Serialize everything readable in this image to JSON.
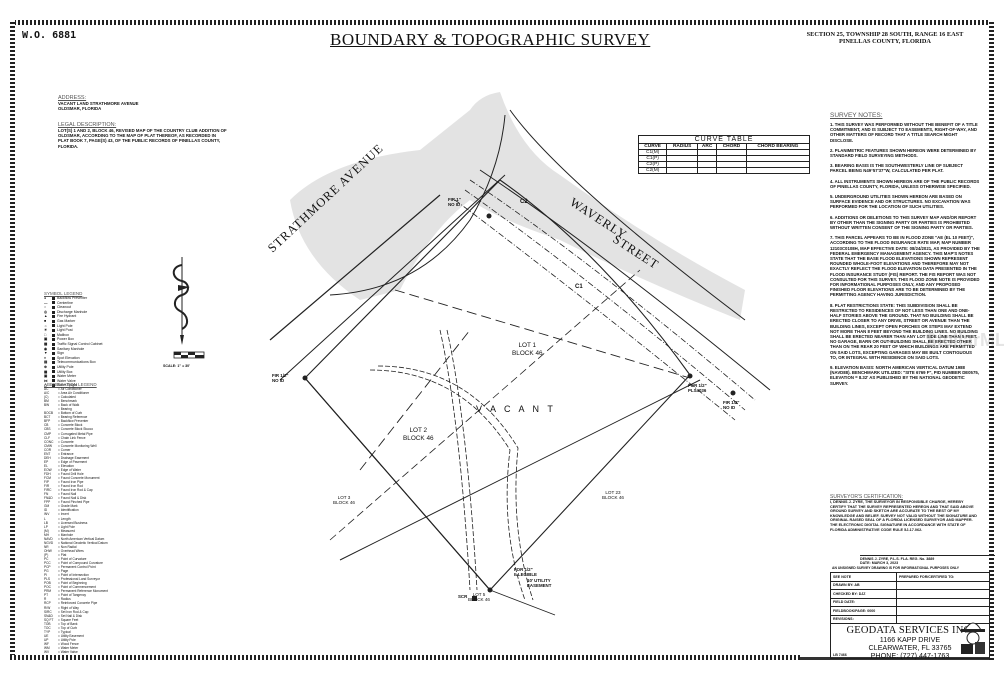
{
  "sheet": {
    "work_order": "W.O. 6881",
    "title": "BOUNDARY & TOPOGRAPHIC SURVEY",
    "section_line1": "SECTION 25, TOWNSHIP 28 SOUTH, RANGE 16 EAST",
    "section_line2": "PINELLAS COUNTY, FLORIDA"
  },
  "address": {
    "heading": "ADDRESS:",
    "line1": "VACANT LAND STRATHMORE AVENUE",
    "line2": "OLDSMAR, FLORIDA"
  },
  "legal_description": {
    "heading": "LEGAL DESCRIPTION:",
    "text": "LOT(S) 1 AND 2, BLOCK 46, REVISED MAP OF THE COUNTRY CLUB ADDITION OF OLDSMAR, ACCORDING TO THE MAP OF PLAT THEREOF, AS RECORDED IN PLAT BOOK 7, PAGE(S) 43, OF THE PUBLIC RECORDS OF PINELLAS COUNTY, FLORIDA."
  },
  "scale": {
    "label": "SCALE: 1\" = 30'"
  },
  "symbol_legend": {
    "heading": "SYMBOL LEGEND",
    "items": [
      "Backflow Preventer",
      "Centerline",
      "Cleanout",
      "Discharge Manhole",
      "Fire Hydrant",
      "Gas Marker",
      "Light Pole",
      "Light Post",
      "Mailbox",
      "Power Box",
      "Traffic Signal Control Cabinet",
      "Sanitary Manhole",
      "Sign",
      "Spot Elevation",
      "Telecommunications Box",
      "Utility Pole",
      "Utility Box",
      "Water Meter",
      "Water Valve",
      "Water Spigot"
    ]
  },
  "abbreviation_legend": {
    "heading": "ABBREVIATION LEGEND",
    "items": [
      {
        "k": "AC",
        "v": "= Air Conditioner"
      },
      {
        "k": "A/C",
        "v": "= Area Air Conditioner"
      },
      {
        "k": "(C)",
        "v": "= Calculated"
      },
      {
        "k": "BM",
        "v": "= Benchmark"
      },
      {
        "k": "BW",
        "v": "= Back of Walk"
      },
      {
        "k": "",
        "v": "= Bearing"
      },
      {
        "k": "BOCB",
        "v": "= Bottom of Curb"
      },
      {
        "k": "BCT",
        "v": "= Bearing Reference"
      },
      {
        "k": "BFP",
        "v": "= Backflow Preventer"
      },
      {
        "k": "CB",
        "v": "= Concrete Block"
      },
      {
        "k": "CBS",
        "v": "= Concrete Block Stucco"
      },
      {
        "k": "CMP",
        "v": "= Corrugated Metal Pipe"
      },
      {
        "k": "CLF",
        "v": "= Chain Link Fence"
      },
      {
        "k": "CONC",
        "v": "= Concrete"
      },
      {
        "k": "CMW",
        "v": "= Concrete Monitoring Well"
      },
      {
        "k": "COR",
        "v": "= Corner"
      },
      {
        "k": "ENT",
        "v": "= Entrance"
      },
      {
        "k": "DEH",
        "v": "= Drainage Easement"
      },
      {
        "k": "EP",
        "v": "= Edge of Pavement"
      },
      {
        "k": "EL",
        "v": "= Elevation"
      },
      {
        "k": "EOW",
        "v": "= Edge of Water"
      },
      {
        "k": "FDH",
        "v": "= Found Drill Hole"
      },
      {
        "k": "FCM",
        "v": "= Found Concrete Monument"
      },
      {
        "k": "FIP",
        "v": "= Found Iron Pipe"
      },
      {
        "k": "FIR",
        "v": "= Found Iron Rod"
      },
      {
        "k": "FIRC",
        "v": "= Found Iron Rod & Cap"
      },
      {
        "k": "FN",
        "v": "= Found Nail"
      },
      {
        "k": "FN&D",
        "v": "= Found Nail & Disk"
      },
      {
        "k": "FPP",
        "v": "= Found Pinched Pipe"
      },
      {
        "k": "GM",
        "v": "= Grade Mark"
      },
      {
        "k": "ID",
        "v": "= Identification"
      },
      {
        "k": "INV",
        "v": "= Invert"
      },
      {
        "k": "L",
        "v": "= Length"
      },
      {
        "k": "LB",
        "v": "= Licensed Business"
      },
      {
        "k": "LP",
        "v": "= Light Pole"
      },
      {
        "k": "(M)",
        "v": "= Measured"
      },
      {
        "k": "MH",
        "v": "= Manhole"
      },
      {
        "k": "NAVD",
        "v": "= North American Vertical Datum"
      },
      {
        "k": "NGVD",
        "v": "= National Geodetic Vertical Datum"
      },
      {
        "k": "NR",
        "v": "= Non Radial"
      },
      {
        "k": "OHW",
        "v": "= Overhead Wires"
      },
      {
        "k": "(P)",
        "v": "= Plat"
      },
      {
        "k": "PC",
        "v": "= Point of Curvature"
      },
      {
        "k": "PCC",
        "v": "= Point of Compound Curvature"
      },
      {
        "k": "PCP",
        "v": "= Permanent Control Point"
      },
      {
        "k": "PG",
        "v": "= Page"
      },
      {
        "k": "PI",
        "v": "= Point of Intersection"
      },
      {
        "k": "PLS",
        "v": "= Professional Land Surveyor"
      },
      {
        "k": "POB",
        "v": "= Point of Beginning"
      },
      {
        "k": "POC",
        "v": "= Point of Commencement"
      },
      {
        "k": "PRM",
        "v": "= Permanent Reference Monument"
      },
      {
        "k": "PT",
        "v": "= Point of Tangency"
      },
      {
        "k": "R",
        "v": "= Radius"
      },
      {
        "k": "RCP",
        "v": "= Reinforced Concrete Pipe"
      },
      {
        "k": "R/W",
        "v": "= Right of Way"
      },
      {
        "k": "SIRC",
        "v": "= Set Iron Rod & Cap"
      },
      {
        "k": "SN&D",
        "v": "= Set Nail & Disk"
      },
      {
        "k": "SQ FT",
        "v": "= Square Feet"
      },
      {
        "k": "TOB",
        "v": "= Top of Bank"
      },
      {
        "k": "TOC",
        "v": "= Top of Curb"
      },
      {
        "k": "TYP",
        "v": "= Typical"
      },
      {
        "k": "UE",
        "v": "= Utility Easement"
      },
      {
        "k": "UP",
        "v": "= Utility Pole"
      },
      {
        "k": "WF",
        "v": "= Wood Fence"
      },
      {
        "k": "WM",
        "v": "= Water Meter"
      },
      {
        "k": "WV",
        "v": "= Water Valve"
      }
    ]
  },
  "curve_table": {
    "title": "CURVE TABLE",
    "columns": [
      "CURVE",
      "RADIUS",
      "ARC",
      "CHORD",
      "CHORD BEARING"
    ],
    "rows": [
      [
        "C1(M)",
        "",
        "",
        "",
        ""
      ],
      [
        "C1(P)",
        "",
        "",
        "",
        ""
      ],
      [
        "C2(P)",
        "",
        "",
        "",
        ""
      ],
      [
        "C2(M)",
        "",
        "",
        "",
        ""
      ]
    ]
  },
  "survey_notes": {
    "heading": "SURVEY NOTES:",
    "notes": [
      "1. THIS SURVEY WAS PERFORMED WITHOUT THE BENEFIT OF A TITLE COMMITMENT, AND IS SUBJECT TO EASEMENTS, RIGHT-OF-WAY, AND OTHER MATTERS OF RECORD THAT A TITLE SEARCH MIGHT DISCLOSE.",
      "2. PLANIMETRIC FEATURES SHOWN HEREON WERE DETERMINED BY STANDARD FIELD SURVEYING METHODS.",
      "3. BEARING BASIS IS THE SOUTHWESTERLY LINE OF SUBJECT PARCEL BEING N49°57'37\"W, CALCULATED PER PLAT.",
      "4. ALL INSTRUMENTS SHOWN HEREON ARE OF THE PUBLIC RECORDS OF PINELLAS COUNTY, FLORIDA, UNLESS OTHERWISE SPECIFIED.",
      "5. UNDERGROUND UTILITIES SHOWN HEREON ARE BASED ON SURFACE EVIDENCE AND OR STRUCTURES. NO EXCAVATION WAS PERFORMED FOR THE LOCATION OF SUCH UTILITIES.",
      "6. ADDITIONS OR DELETIONS TO THIS SURVEY MAP AND/OR REPORT BY OTHER THAN THE SIGNING PARTY OR PARTIES IS PROHIBITED WITHOUT WRITTEN CONSENT OF THE SIGNING PARTY OR PARTIES.",
      "7. THIS PARCEL APPEARS TO BE IN FLOOD ZONE \"AE (EL 10 FEET)\", ACCORDING TO THE FLOOD INSURANCE RATE MAP, MAP NUMBER 12103C0108H, MAP EFFECTIVE DATE: 08/24/2021, AS PROVIDED BY THE FEDERAL EMERGENCY MANAGEMENT AGENCY. THIS MAP'S NOTES STATE THAT THE BASE FLOOD ELEVATIONS SHOWN REPRESENT ROUNDED WHOLE-FOOT ELEVATIONS AND THEREFORE MAY NOT EXACTLY REFLECT THE FLOOD ELEVATION DATA PRESENTED IN THE FLOOD INSURANCE STUDY (FIS) REPORT. THE FIS REPORT WAS NOT CONSULTED FOR THIS SURVEY. THIS FLOOD ZONE NOTE IS PROVIDED FOR INFORMATIONAL PURPOSES ONLY, AND ANY PROPOSED FINISHED FLOOR ELEVATIONS ARE TO BE DETERMINED BY THE PERMITTING AGENCY HAVING JURISDICTION.",
      "8. PLAT RESTRICTIONS STATE: THIS SUBDIVISION SHALL BE RESTRICTED TO RESIDENCES OF NOT LESS THAN ONE AND ONE-HALF STORIES ABOVE THE GROUND. THAT NO BUILDING SHALL BE ERECTED CLOSER TO ANY DRIVE, STREET OR AVENUE THAN THE BUILDING LINES, EXCEPT OPEN PORCHES OR STEPS MAY EXTEND NOT MORE THAN 8 FEET BEYOND THE BUILDING LINES. NO BUILDING SHALL BE ERECTED NEARER THAN ANY LOT SIDE LINE THAN 5 FEET. NO GARAGE, BARN OR OUT-BUILDING SHALL BE ERECTED OTHER THAN ON THE REAR 20 FEET OF WHICH BUILDINGS ARE PERMITTED ON SAID LOTS, EXCEPTING GARAGES MAY BE BUILT CONTIGUOUS TO, OR INTEGRAL WITH RESIDENCE ON SAID LOTS.",
      "9. ELEVATION BASIS: NORTH AMERICAN VERTICAL DATUM 1988 (NAVD88). BENCHMARK UTILIZED: \"SITE 6769 F\", PID NUMBER DE0575, ELEVATION = 8.32' AS PUBLISHED BY THE NATIONAL GEODETIC SURVEY."
    ]
  },
  "surveyors_certification": {
    "heading": "SURVEYOR'S CERTIFICATION:",
    "text": "I, DENNIS J. ZYRE, THE SURVEYOR IN RESPONSIBLE CHARGE, HEREBY CERTIFY THAT THE SURVEY REPRESENTED HEREON AND THAT SAID ABOVE GROUND SURVEY AND SKETCH ARE ACCURATE TO THE BEST OF MY KNOWLEDGE AND BELIEF. SURVEY NOT VALID WITHOUT THE SIGNATURE AND ORIGINAL RAISED SEAL OF A FLORIDA LICENSED SURVEYOR AND MAPPER. THE ELECTRONIC DIGITAL SIGNATURE IN ACCORDANCE WITH STATE OF FLORIDA ADMINISTRATIVE CODE RULE 5J-17.062."
  },
  "signature": {
    "line1": "DENNIS J. ZYRE, P.L.S. FLA. REG. No. 3889",
    "line2": "DATE: MARCH 3, 2023",
    "license_note": "AN UNSIGNED SURVEY DRAWING IS FOR INFORMATIONAL PURPOSES ONLY"
  },
  "title_block": {
    "rows": [
      {
        "left": "SEE NOTE",
        "right": "PREPARED FOR/CERTIFIED TO:"
      },
      {
        "left": "DRAWN BY: AB",
        "right": ""
      },
      {
        "left": "CHECKED BY: DJZ",
        "right": ""
      },
      {
        "left": "FIELD DATE:",
        "right": ""
      },
      {
        "left": "FIELDBOOK/PAGE: 0000",
        "right": ""
      },
      {
        "left": "REVISIONS:",
        "right": ""
      }
    ],
    "company": "GEODATA SERVICES INC.",
    "street": "1166 KAPP DRIVE",
    "city": "CLEARWATER, FL 33765",
    "phone": "PHONE: (727) 447-1763",
    "lb": "LB 7466"
  },
  "map": {
    "roads": {
      "strathmore": "STRATHMORE AVENUE",
      "waverly_1": "WAVERLY",
      "waverly_2": "STREET"
    },
    "lots": {
      "lot1": [
        "LOT 1",
        "BLOCK 46"
      ],
      "lot2": [
        "LOT 2",
        "BLOCK 46"
      ],
      "lot3": [
        "LOT 3",
        "BLOCK 46"
      ],
      "lot5": [
        "LOT 5",
        "BLOCK 46"
      ],
      "lot23": [
        "LOT 23",
        "BLOCK 46"
      ]
    },
    "vacant": "V A C A N T",
    "monuments": {
      "fir_nw": [
        "FIR 1\"",
        "NO ID"
      ],
      "fir_w": [
        "FIR 1/2\"",
        "NO ID"
      ],
      "fir_e": [
        "FOR 1/2\"",
        "PLS4036"
      ],
      "fir_se": [
        "FIR 1/2\"",
        "NO ID"
      ],
      "fir_s": [
        "FOR 1/2\"",
        "ILLEGIBLE"
      ],
      "easement": [
        "10' UTILITY",
        "EASEMENT"
      ],
      "scr": "SCR"
    },
    "curve_labels": {
      "c1": "C1",
      "c2": "C2"
    }
  },
  "watermark": "StellarMLS"
}
